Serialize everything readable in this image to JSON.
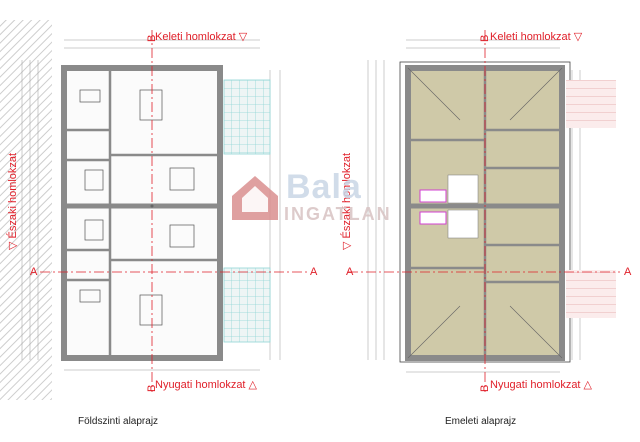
{
  "labels": {
    "east_facade": "Keleti homlokzat ▽",
    "west_facade": "Nyugati homlokzat △",
    "north_facade": "▽ Északi homlokzat",
    "section_a": "A",
    "section_b": "B",
    "ground_floor_plan": "Földszinti alaprajz",
    "upper_floor_plan": "Emeleti alaprajz"
  },
  "watermark": {
    "brand_top": "Bala",
    "brand_bottom": "INGATLAN"
  },
  "colors": {
    "accent_red": "#e0202a",
    "wall_gray": "#8a8a8a",
    "terrace_cyan": "#8fd6d6",
    "floor_tan": "#cfc9a8",
    "hatch_gray": "#b8b8b8"
  }
}
